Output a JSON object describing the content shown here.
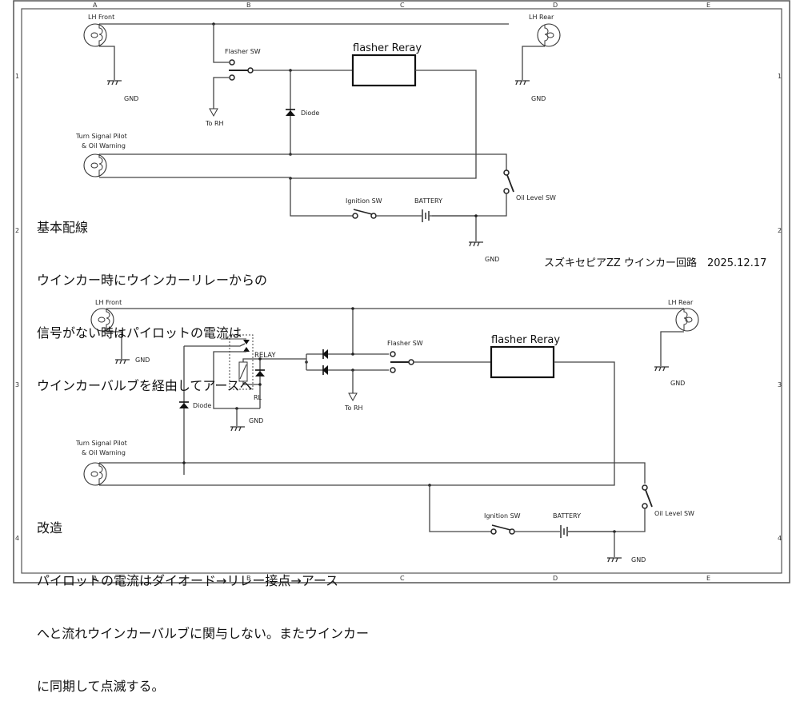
{
  "frame": {
    "columns": [
      "A",
      "B",
      "C",
      "D",
      "E"
    ],
    "rows": [
      "1",
      "2",
      "3",
      "4"
    ]
  },
  "title": "スズキセピアZZ ウインカー回路　2025.12.17",
  "top_circuit": {
    "labels": {
      "lh_front": "LH Front",
      "lh_rear": "LH Rear",
      "gnd_front": "GND",
      "gnd_rear": "GND",
      "gnd_main": "GND",
      "flasher_sw": "Flasher  SW",
      "to_rh": "To RH",
      "flasher_relay": "flasher Reray",
      "diode": "Diode",
      "pilot_line1": "Turn Signal Pilot",
      "pilot_line2": "& Oil Warning",
      "ignition_sw": "Ignition SW",
      "battery": "BATTERY",
      "oil_level_sw": "Oil Level SW"
    },
    "note_heading": "基本配線",
    "note_lines": [
      "ウインカー時にウインカーリレーからの",
      "信号がない時はパイロットの電流は",
      "ウインカーバルブを経由してアースへ"
    ]
  },
  "bottom_circuit": {
    "labels": {
      "lh_front": "LH Front",
      "lh_rear": "LH Rear",
      "gnd_front": "GND",
      "gnd_rear": "GND",
      "gnd_relay": "GND",
      "gnd_main": "GND",
      "relay": "RELAY",
      "rl": "RL",
      "diode": "Diode",
      "flasher_sw": "Flasher  SW",
      "to_rh": "To RH",
      "flasher_relay": "flasher Reray",
      "pilot_line1": "Turn Signal Pilot",
      "pilot_line2": "& Oil Warning",
      "ignition_sw": "Ignition SW",
      "battery": "BATTERY",
      "oil_level_sw": "Oil Level SW"
    },
    "note_heading": "改造",
    "note_lines": [
      "パイロットの電流はダイオード→リレー接点→アース",
      "へと流れウインカーバルブに関与しない。またウインカー",
      "に同期して点滅する。"
    ]
  }
}
